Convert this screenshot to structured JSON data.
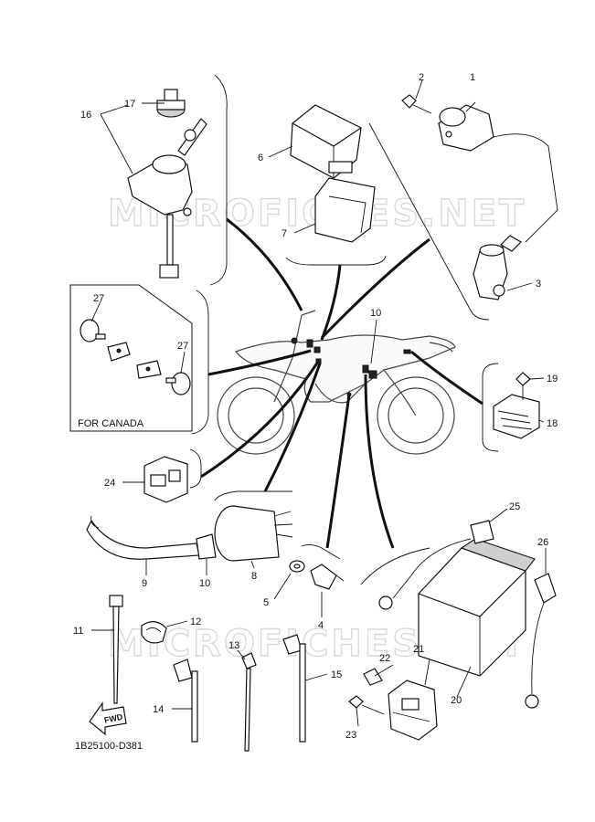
{
  "watermark": "MICROFICHES.NET",
  "callouts": {
    "n1": "1",
    "n2": "2",
    "n3": "3",
    "n4": "4",
    "n5": "5",
    "n6": "6",
    "n7": "7",
    "n8": "8",
    "n9": "9",
    "n10a": "10",
    "n10b": "10",
    "n11": "11",
    "n12": "12",
    "n13": "13",
    "n14": "14",
    "n15": "15",
    "n16": "16",
    "n17": "17",
    "n18": "18",
    "n19": "19",
    "n20": "20",
    "n21": "21",
    "n22": "22",
    "n23": "23",
    "n24": "24",
    "n25": "25",
    "n26": "26",
    "n27a": "27",
    "n27b": "27"
  },
  "canada_label": "FOR CANADA",
  "fwd_label": "FWD",
  "diagram_code": "1B25100-D381"
}
